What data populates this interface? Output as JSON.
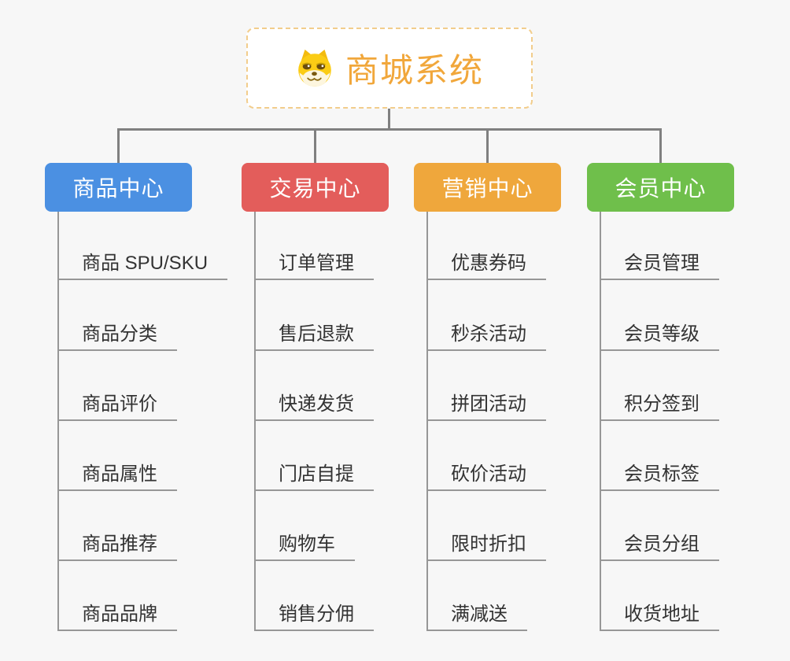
{
  "page": {
    "background_color": "#f7f7f7",
    "connector_color": "#808080",
    "spine_color": "#979797",
    "item_text_color": "#333333"
  },
  "root": {
    "title": "商城系统",
    "icon": "doge-icon",
    "text_color": "#f1a73b",
    "border_color": "#f2cd8c"
  },
  "branches": [
    {
      "label": "商品中心",
      "color": "#4b90e2",
      "children": [
        "商品 SPU/SKU",
        "商品分类",
        "商品评价",
        "商品属性",
        "商品推荐",
        "商品品牌"
      ]
    },
    {
      "label": "交易中心",
      "color": "#e35d5b",
      "children": [
        "订单管理",
        "售后退款",
        "快递发货",
        "门店自提",
        "购物车",
        "销售分佣"
      ]
    },
    {
      "label": "营销中心",
      "color": "#efa73c",
      "children": [
        "优惠券码",
        "秒杀活动",
        "拼团活动",
        "砍价活动",
        "限时折扣",
        "满减送"
      ]
    },
    {
      "label": "会员中心",
      "color": "#6fbf4b",
      "children": [
        "会员管理",
        "会员等级",
        "积分签到",
        "会员标签",
        "会员分组",
        "收货地址"
      ]
    }
  ]
}
